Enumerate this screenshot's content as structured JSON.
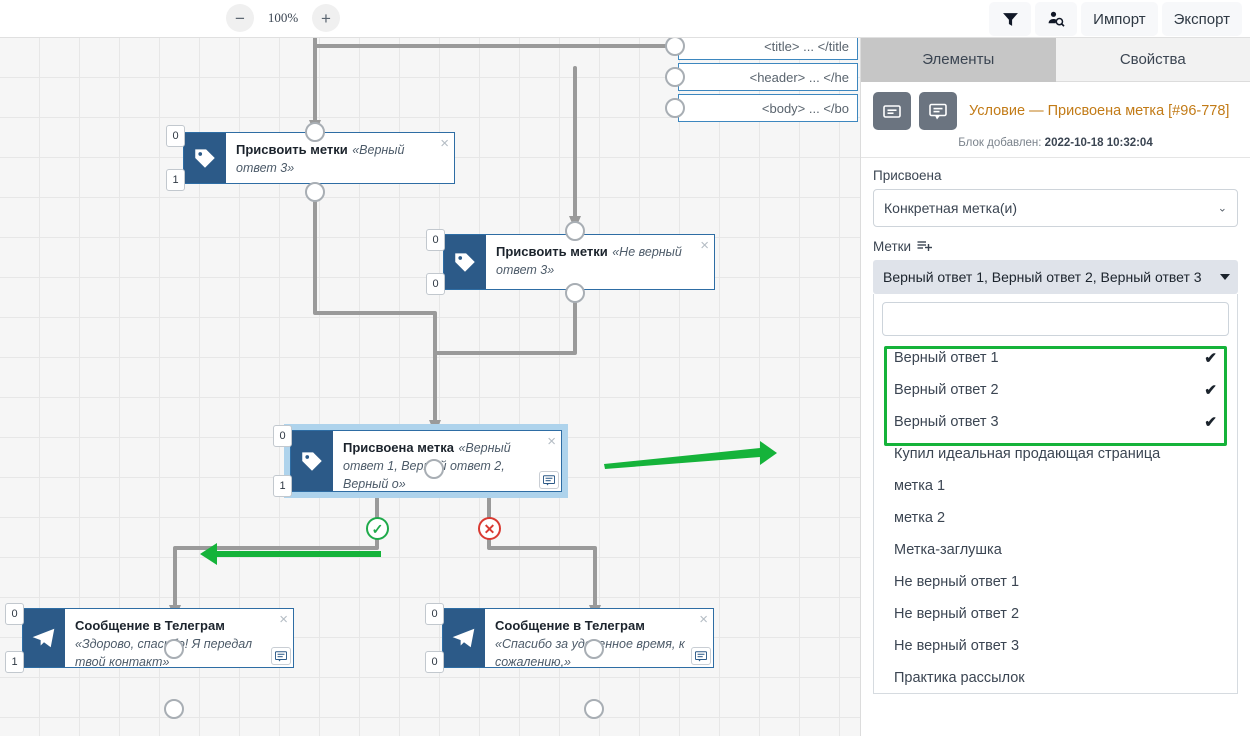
{
  "toolbar": {
    "zoom_out_label": "−",
    "zoom_value": "100%",
    "zoom_in_label": "+",
    "filter_icon": "filter-icon",
    "user_search_icon": "user-search-icon",
    "import_label": "Импорт",
    "export_label": "Экспорт"
  },
  "canvas": {
    "tag_nodes": [
      {
        "label": "<title> ... </title"
      },
      {
        "label": "<header> ... </he"
      },
      {
        "label": "<body> ... </bo"
      }
    ],
    "nodes": [
      {
        "title": "Присвоить метки",
        "subtitle": "«Верный ответ 3»",
        "icon": "tag-icon",
        "pin_top": "0",
        "pin_bottom": "1",
        "close": "×"
      },
      {
        "title": "Присвоить метки",
        "subtitle": "«Не верный ответ 3»",
        "icon": "tag-icon",
        "pin_top": "0",
        "pin_bottom": "0",
        "close": "×"
      },
      {
        "title": "Присвоена метка",
        "subtitle": "«Верный ответ 1, Верный ответ 2, Верный о»",
        "icon": "tag-icon",
        "pin_top": "0",
        "pin_bottom": "1",
        "close": "×",
        "badge_ok": "✓",
        "badge_no": "✕"
      },
      {
        "title": "Сообщение в Телеграм",
        "subtitle": "«Здорово, спасибо! Я передал твой контакт»",
        "icon": "telegram-icon",
        "pin_top": "0",
        "pin_bottom": "1",
        "close": "×"
      },
      {
        "title": "Сообщение в Телеграм",
        "subtitle": "«Спасибо за уделенное время, к сожалению,»",
        "icon": "telegram-icon",
        "pin_top": "0",
        "pin_bottom": "0",
        "close": "×"
      }
    ]
  },
  "panel": {
    "tabs": [
      {
        "label": "Элементы",
        "active": true
      },
      {
        "label": "Свойства",
        "active": false
      }
    ],
    "block": {
      "note_icon": "note-icon",
      "comment_icon": "comment-icon",
      "title": "Условие — Присвоена метка [#96-778]",
      "meta_prefix": "Блок добавлен:",
      "meta_value": "2022-10-18 10:32:04"
    },
    "assigned": {
      "label": "Присвоена",
      "selected": "Конкретная метка(и)",
      "caret": "⌄"
    },
    "labels": {
      "label": "Метки",
      "add_icon": "add-to-list-icon",
      "selected_summary": "Верный ответ 1, Верный ответ 2, Верный ответ 3",
      "search_value": "",
      "search_placeholder": "",
      "options": [
        {
          "label": "Верный ответ 1",
          "checked": true,
          "check": "✔"
        },
        {
          "label": "Верный ответ 2",
          "checked": true,
          "check": "✔"
        },
        {
          "label": "Верный ответ 3",
          "checked": true,
          "check": "✔"
        },
        {
          "label": "Купил идеальная продающая страница",
          "checked": false,
          "check": ""
        },
        {
          "label": "метка 1",
          "checked": false,
          "check": ""
        },
        {
          "label": "метка 2",
          "checked": false,
          "check": ""
        },
        {
          "label": "Метка-заглушка",
          "checked": false,
          "check": ""
        },
        {
          "label": "Не верный ответ 1",
          "checked": false,
          "check": ""
        },
        {
          "label": "Не верный ответ 2",
          "checked": false,
          "check": ""
        },
        {
          "label": "Не верный ответ 3",
          "checked": false,
          "check": ""
        },
        {
          "label": "Практика рассылок",
          "checked": false,
          "check": ""
        }
      ]
    }
  },
  "colors": {
    "accent_blue": "#2c5a88",
    "node_border": "#2e6da4",
    "selection_halo": "#aed3ec",
    "annotation_green": "#15b33a",
    "title_orange": "#c27b17",
    "connector_gray": "#9a9a9a",
    "ok_green": "#1faa4b",
    "no_red": "#d93a32"
  }
}
